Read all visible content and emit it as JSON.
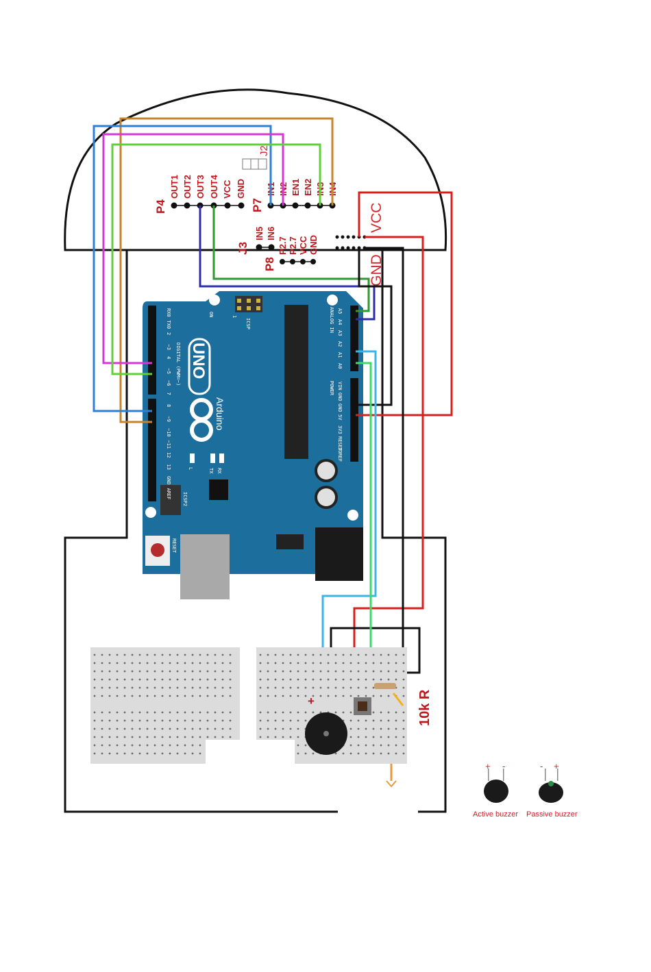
{
  "connectors": {
    "p4": {
      "label": "P4",
      "pins": [
        "OUT1",
        "OUT2",
        "OUT3",
        "OUT4",
        "VCC",
        "GND"
      ]
    },
    "p7": {
      "label": "P7",
      "pins": [
        "IN1",
        "IN2",
        "EN1",
        "EN2",
        "IN3",
        "IN4"
      ]
    },
    "j2": {
      "label": "J2"
    },
    "j3": {
      "label": "J3",
      "pins": [
        "IN5",
        "IN6"
      ]
    },
    "p8": {
      "label": "P8",
      "pins": [
        "P2.7",
        "P2.7",
        "VCC",
        "GND"
      ]
    },
    "power": {
      "vcc_label": "VCC",
      "gnd_label": "GND"
    }
  },
  "arduino": {
    "brand": "Arduino",
    "model": "UNO",
    "digital_header": "DIGITAL (PWM=~)",
    "analog_header": "ANALOG IN",
    "power_header": "POWER",
    "icsp": "ICSP",
    "icsp2": "ICSP2",
    "reset": "RESET",
    "on": "ON",
    "one": "1",
    "l": "L",
    "tx": "TX",
    "rx": "RX",
    "digital_pins": [
      "RX0",
      "TX0",
      "2",
      "~3",
      "4",
      "~5",
      "~6",
      "7",
      "8",
      "~9",
      "~10",
      "~11",
      "12",
      "13",
      "GND",
      "AREF"
    ],
    "analog_pins": [
      "A5",
      "A4",
      "A3",
      "A2",
      "A1",
      "A0"
    ],
    "power_pins": [
      "VIN",
      "GND",
      "GND",
      "5V",
      "3V3",
      "RESET",
      "IOREF"
    ]
  },
  "breadboard": {
    "resistor_label": "10k R",
    "plus_sign": "+"
  },
  "legend": {
    "active": {
      "label": "Active buzzer",
      "plus": "+",
      "minus": "-"
    },
    "passive": {
      "label": "Passive buzzer",
      "plus": "+",
      "minus": "-"
    }
  },
  "colors": {
    "wire_blue": "#2f7fd3",
    "wire_magenta": "#d437d4",
    "wire_green": "#5fcf3a",
    "wire_orange": "#c8842a",
    "wire_red": "#d62020",
    "wire_black": "#111111",
    "wire_cyan": "#3ab6e6",
    "wire_lightgreen": "#3fd96a",
    "wire_navy": "#2c2ea8",
    "wire_darkgreen": "#2f9a2f",
    "board": "#1c6e9c",
    "text_red": "#c0151b"
  }
}
